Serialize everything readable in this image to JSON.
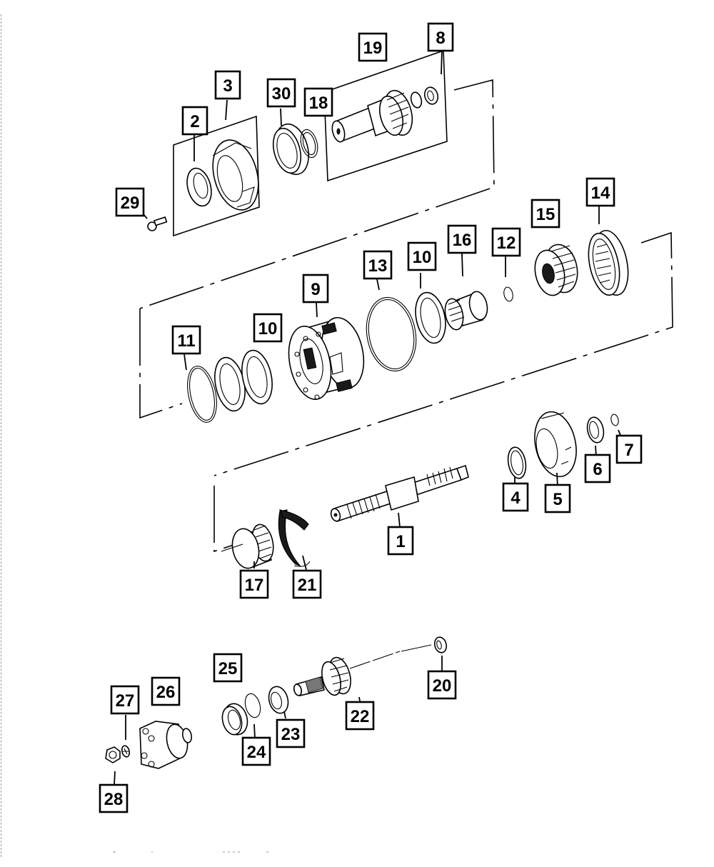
{
  "diagram": {
    "title": "Transfer case exploded parts diagram",
    "callouts": [
      {
        "id": "c1",
        "label": "1"
      },
      {
        "id": "c2",
        "label": "2"
      },
      {
        "id": "c3",
        "label": "3"
      },
      {
        "id": "c4",
        "label": "4"
      },
      {
        "id": "c5",
        "label": "5"
      },
      {
        "id": "c6",
        "label": "6"
      },
      {
        "id": "c7",
        "label": "7"
      },
      {
        "id": "c8",
        "label": "8"
      },
      {
        "id": "c9",
        "label": "9"
      },
      {
        "id": "c10a",
        "label": "10"
      },
      {
        "id": "c10b",
        "label": "10"
      },
      {
        "id": "c11",
        "label": "11"
      },
      {
        "id": "c12",
        "label": "12"
      },
      {
        "id": "c13",
        "label": "13"
      },
      {
        "id": "c14",
        "label": "14"
      },
      {
        "id": "c15",
        "label": "15"
      },
      {
        "id": "c16",
        "label": "16"
      },
      {
        "id": "c17",
        "label": "17"
      },
      {
        "id": "c18",
        "label": "18"
      },
      {
        "id": "c19",
        "label": "19"
      },
      {
        "id": "c20",
        "label": "20"
      },
      {
        "id": "c21",
        "label": "21"
      },
      {
        "id": "c22",
        "label": "22"
      },
      {
        "id": "c23",
        "label": "23"
      },
      {
        "id": "c24",
        "label": "24"
      },
      {
        "id": "c25",
        "label": "25"
      },
      {
        "id": "c26",
        "label": "26"
      },
      {
        "id": "c27",
        "label": "27"
      },
      {
        "id": "c28",
        "label": "28"
      },
      {
        "id": "c29",
        "label": "29"
      },
      {
        "id": "c30",
        "label": "30"
      }
    ]
  }
}
